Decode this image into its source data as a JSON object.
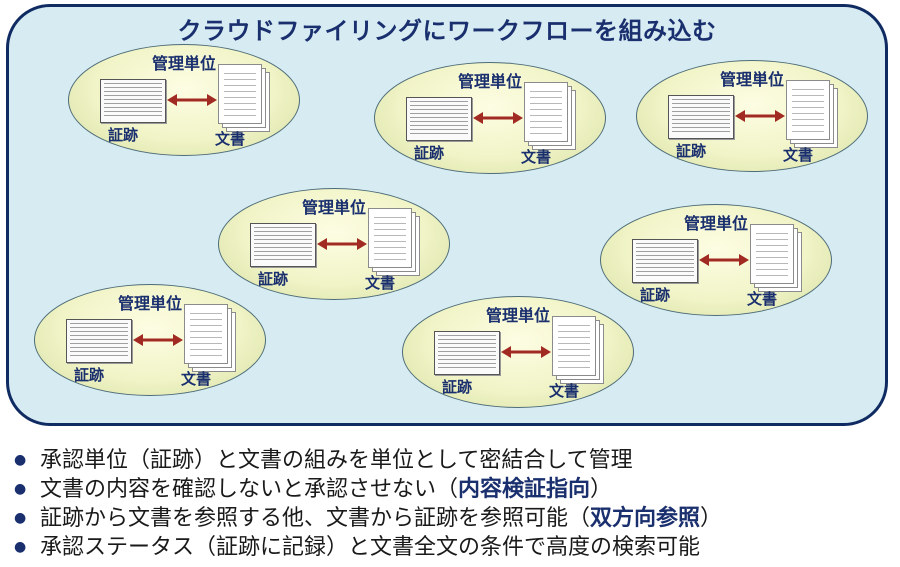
{
  "title": "クラウドファイリングにワークフローを組み込む",
  "units": [
    {
      "label": "管理単位",
      "evidence": "証跡",
      "document": "文書"
    },
    {
      "label": "管理単位",
      "evidence": "証跡",
      "document": "文書"
    },
    {
      "label": "管理単位",
      "evidence": "証跡",
      "document": "文書"
    },
    {
      "label": "管理単位",
      "evidence": "証跡",
      "document": "文書"
    },
    {
      "label": "管理単位",
      "evidence": "証跡",
      "document": "文書"
    },
    {
      "label": "管理単位",
      "evidence": "証跡",
      "document": "文書"
    },
    {
      "label": "管理単位",
      "evidence": "証跡",
      "document": "文書"
    }
  ],
  "bullets": [
    {
      "text": "承認単位（証跡）と文書の組みを単位として密結合して管理",
      "emph": "",
      "tail": ""
    },
    {
      "text": "文書の内容を確認しないと承認させない（",
      "emph": "内容検証指向",
      "tail": "）"
    },
    {
      "text": "証跡から文書を参照する他、文書から証跡を参照可能（",
      "emph": "双方向参照",
      "tail": "）"
    },
    {
      "text": "承認ステータス（証跡に記録）と文書全文の条件で高度の検索可能",
      "emph": "",
      "tail": ""
    }
  ],
  "colors": {
    "frame": "#0f2b62",
    "panel": "#d6ebf2",
    "arrow": "#a12a22",
    "text": "#1a2f6e"
  }
}
